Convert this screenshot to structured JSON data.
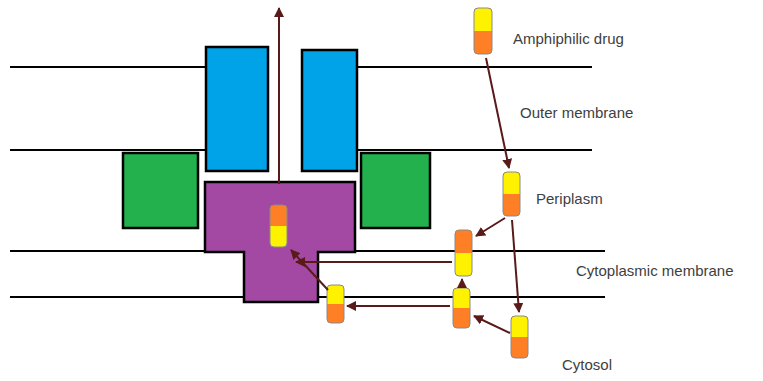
{
  "diagram": {
    "labels": [
      "Amphiphilic drug",
      "Outer membrane",
      "Periplasm",
      "Cytoplasmic membrane",
      "Cytosol"
    ]
  }
}
